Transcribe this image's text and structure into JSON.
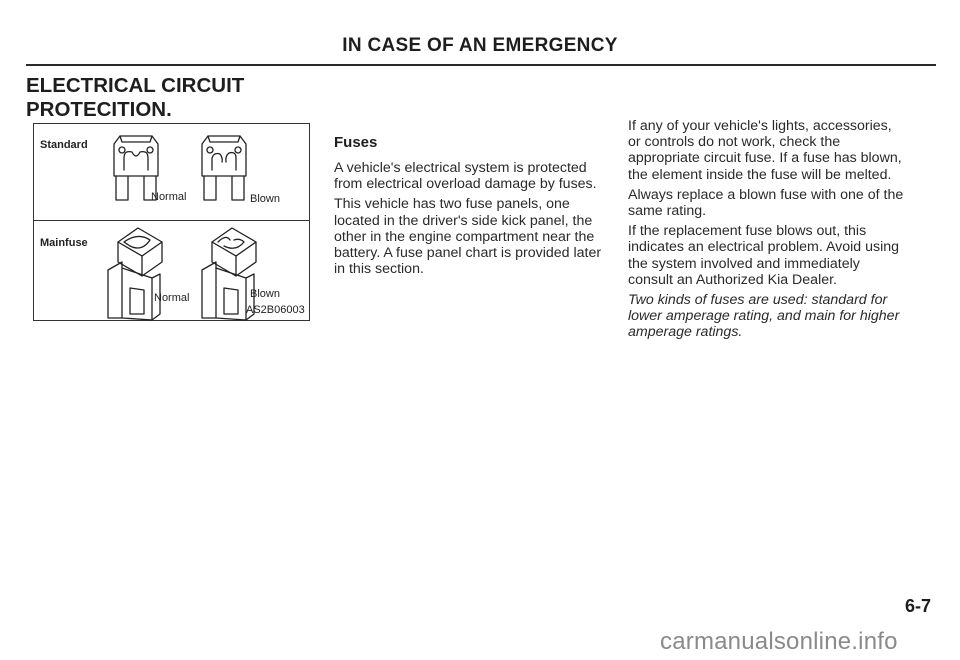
{
  "header": {
    "title": "IN CASE OF AN EMERGENCY"
  },
  "section": {
    "title_line1": "ELECTRICAL CIRCUIT",
    "title_line2": "PROTECITION."
  },
  "figure": {
    "standard_label": "Standard",
    "mainfuse_label": "Mainfuse",
    "normal_label_1": "Normal",
    "blown_label_1": "Blown",
    "normal_label_2": "Normal",
    "blown_label_2": "Blown",
    "code": "AS2B06003"
  },
  "column_middle": {
    "heading": "Fuses",
    "p1": "A vehicle's electrical system is protected from electrical overload damage by fuses.",
    "p2": "This vehicle has two fuse panels, one located in the driver's side kick panel, the other in the engine compartment near the battery. A fuse panel chart is provided later in this section."
  },
  "column_right": {
    "p1": "If any of your vehicle's lights, accessories, or controls do not work, check the appropriate circuit fuse. If a fuse has blown, the element inside the fuse will be melted.",
    "p2": "Always replace a blown fuse with one of the same rating.",
    "p3": "If the replacement fuse blows out, this indicates an electrical problem. Avoid using the system involved and immediately consult an Authorized Kia Dealer.",
    "p4": "Two kinds of fuses are used: standard for lower amperage rating, and main for higher amperage ratings."
  },
  "footer": {
    "page_number": "6-7",
    "watermark": "carmanualsonline.info"
  }
}
